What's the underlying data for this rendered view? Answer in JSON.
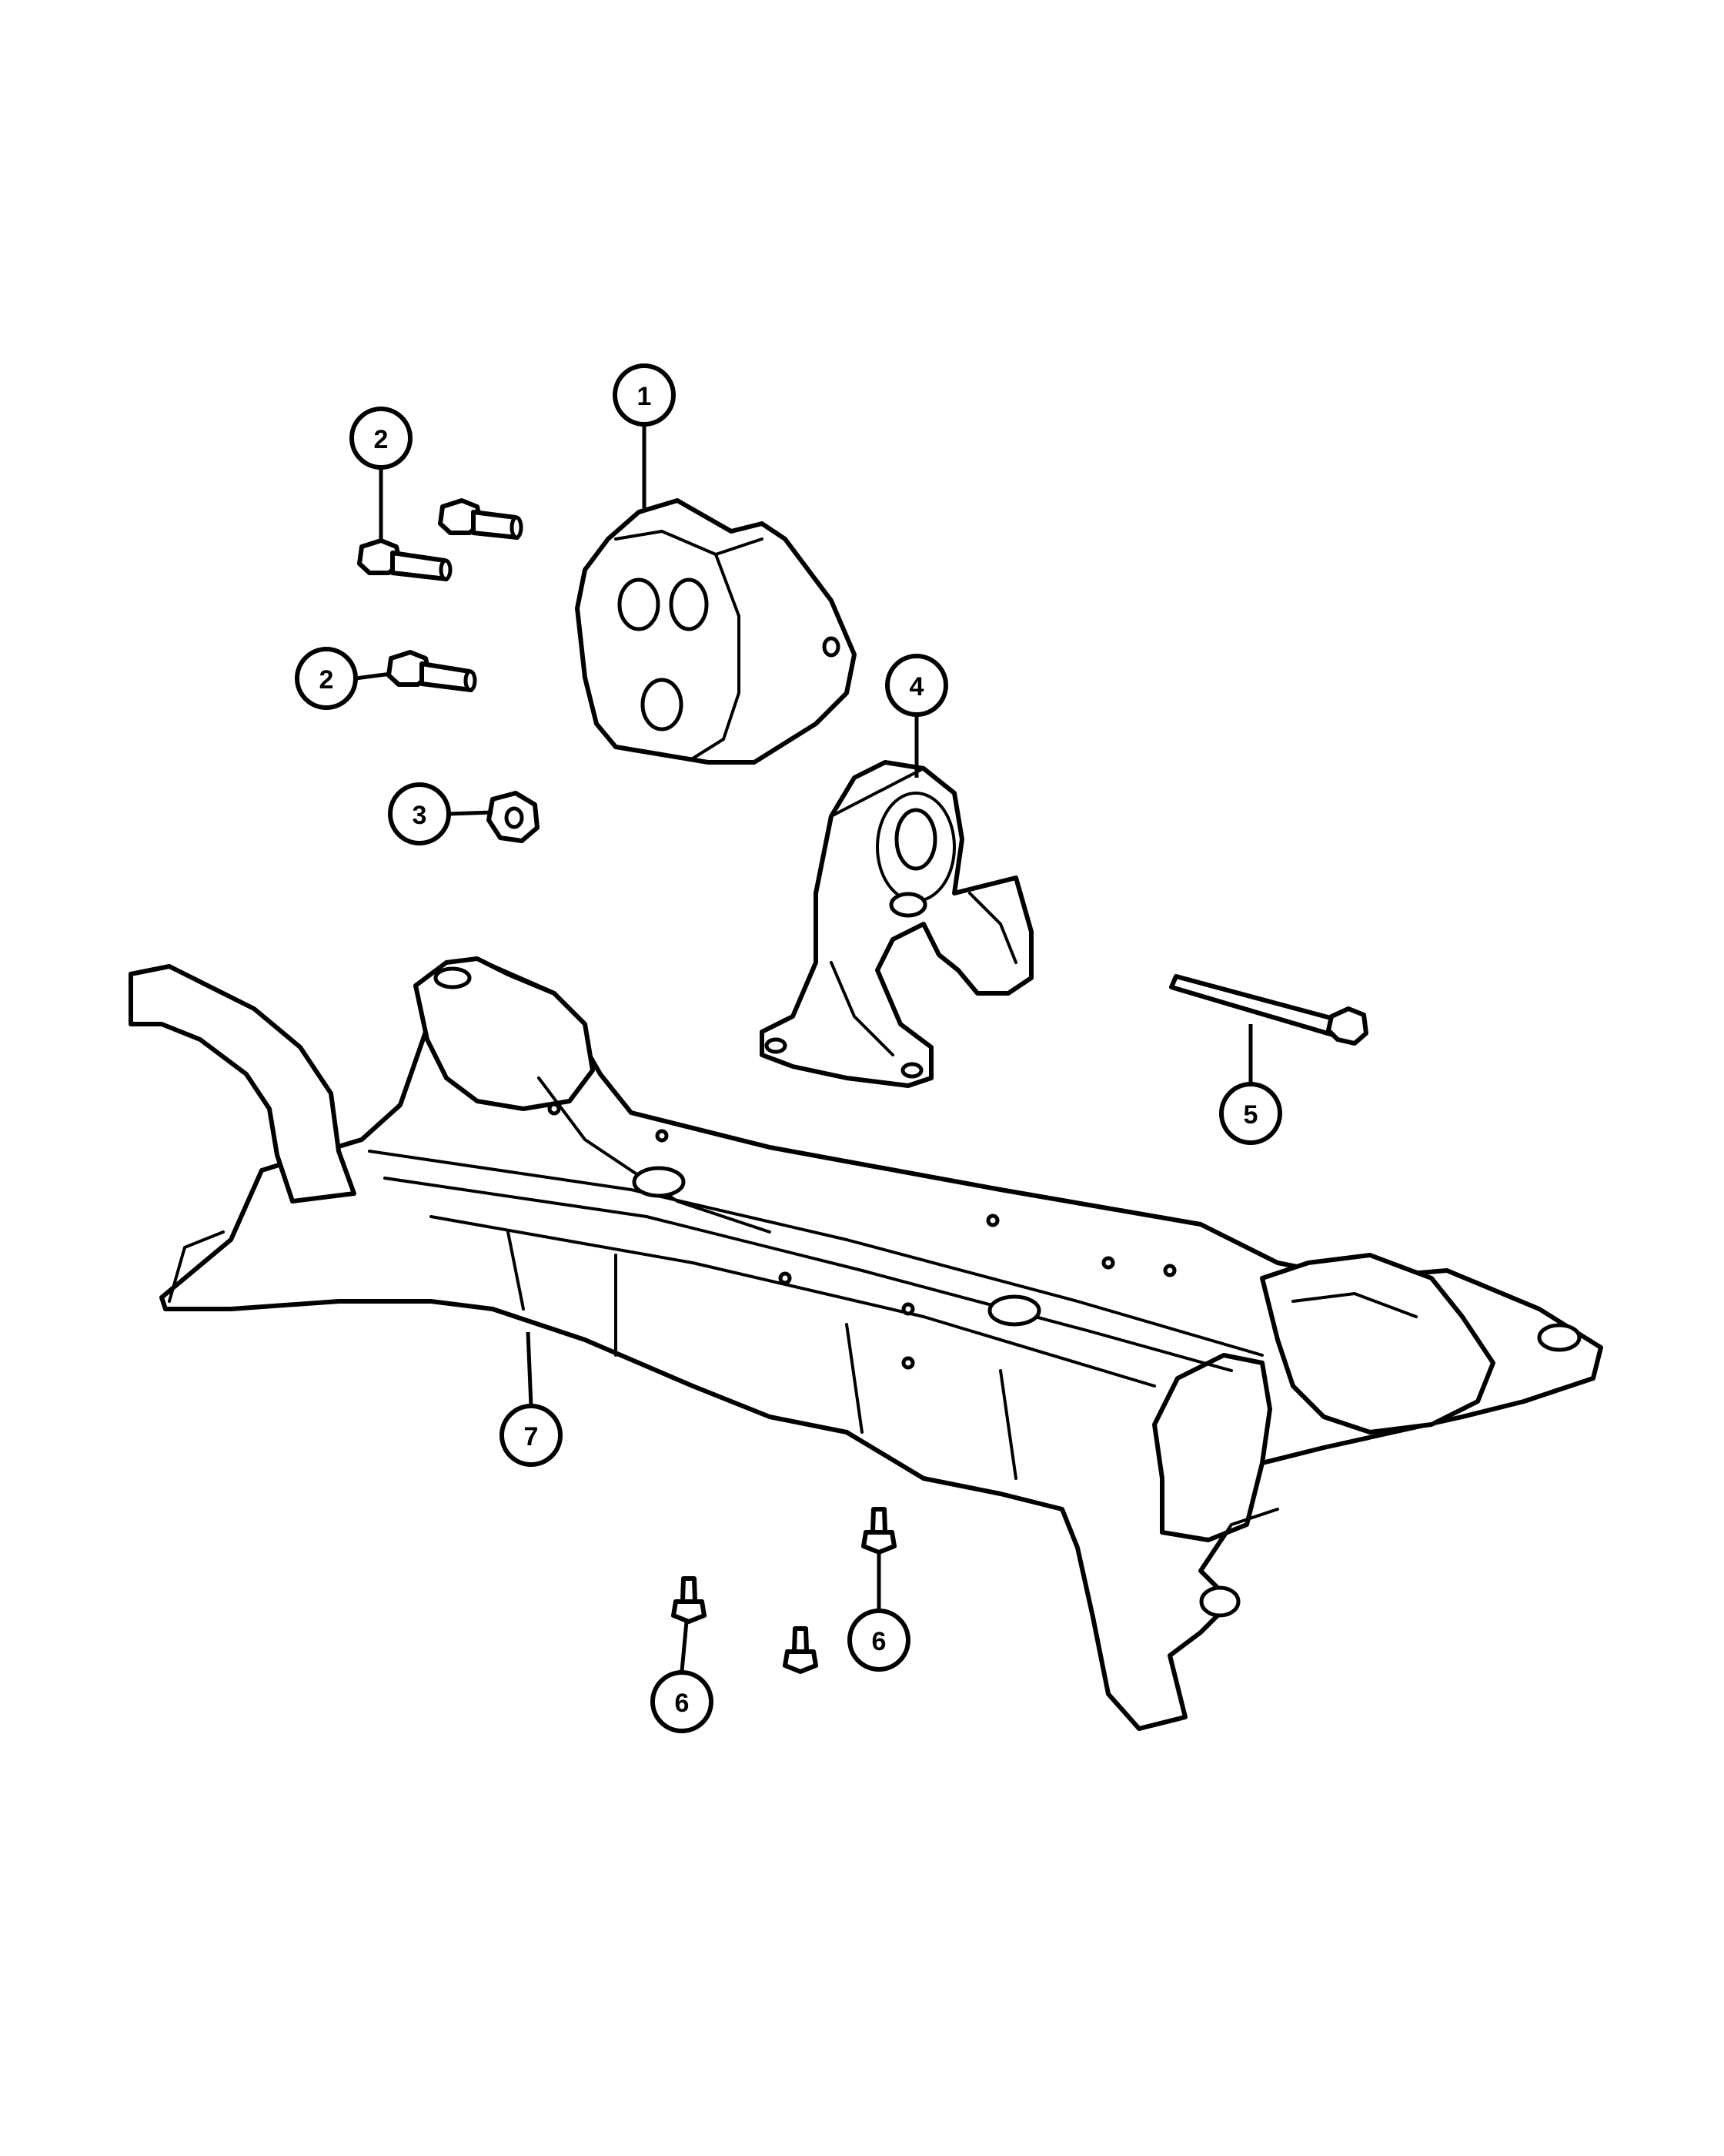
{
  "callouts": [
    {
      "id": "c1",
      "label": "1"
    },
    {
      "id": "c2a",
      "label": "2"
    },
    {
      "id": "c2b",
      "label": "2"
    },
    {
      "id": "c3",
      "label": "3"
    },
    {
      "id": "c4",
      "label": "4"
    },
    {
      "id": "c5",
      "label": "5"
    },
    {
      "id": "c6a",
      "label": "6"
    },
    {
      "id": "c6b",
      "label": "6"
    },
    {
      "id": "c7",
      "label": "7"
    }
  ],
  "parts": [
    {
      "callout": "1",
      "name": "engine-mount-bracket"
    },
    {
      "callout": "2",
      "name": "bolt"
    },
    {
      "callout": "3",
      "name": "nut"
    },
    {
      "callout": "4",
      "name": "transmission-mount"
    },
    {
      "callout": "5",
      "name": "through-bolt"
    },
    {
      "callout": "6",
      "name": "bolt"
    },
    {
      "callout": "7",
      "name": "front-crossmember"
    }
  ]
}
